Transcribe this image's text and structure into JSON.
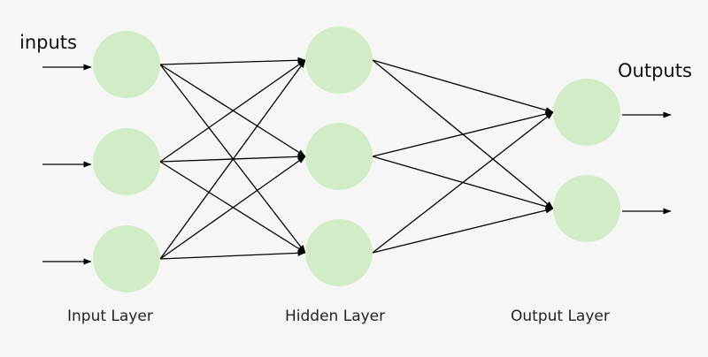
{
  "labels": {
    "inputs": "inputs",
    "outputs": "Outputs",
    "input_layer": "Input Layer",
    "hidden_layer": "Hidden Layer",
    "output_layer": "Output Layer"
  },
  "style": {
    "node_fill": "#d3ecc8",
    "line_color": "#000000",
    "background": "#f6f6f6"
  },
  "network": {
    "layers": [
      {
        "name": "input",
        "nodes": 3
      },
      {
        "name": "hidden",
        "nodes": 3
      },
      {
        "name": "output",
        "nodes": 2
      }
    ]
  }
}
